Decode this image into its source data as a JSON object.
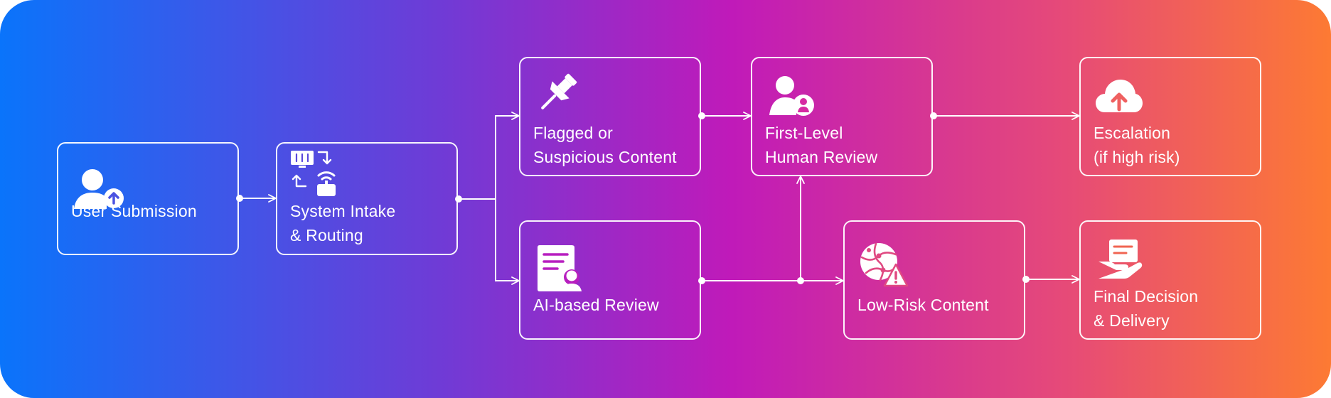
{
  "diagram": {
    "nodes": {
      "user_submission": {
        "label": "User Submission",
        "icon": "user-upload-icon"
      },
      "system_intake": {
        "label": "System Intake\n& Routing",
        "icon": "routing-icon"
      },
      "flagged": {
        "label": "Flagged or\nSuspicious Content",
        "icon": "pushpin-icon"
      },
      "ai_review": {
        "label": "AI-based Review",
        "icon": "document-reviewer-icon"
      },
      "first_level": {
        "label": "First-Level\nHuman Review",
        "icon": "user-badge-icon"
      },
      "low_risk": {
        "label": "Low-Risk Content",
        "icon": "globe-warning-icon"
      },
      "escalation": {
        "label": "Escalation\n(if high risk)",
        "icon": "cloud-upload-icon"
      },
      "final_decision": {
        "label": "Final Decision\n& Delivery",
        "icon": "hand-document-icon"
      }
    },
    "edges": [
      {
        "from": "User Submission",
        "to": "System Intake & Routing"
      },
      {
        "from": "System Intake & Routing",
        "to": "Flagged or Suspicious Content"
      },
      {
        "from": "System Intake & Routing",
        "to": "AI-based Review"
      },
      {
        "from": "Flagged or Suspicious Content",
        "to": "First-Level Human Review"
      },
      {
        "from": "AI-based Review",
        "to": "Low-Risk Content"
      },
      {
        "from": "AI-based Review",
        "to": "First-Level Human Review"
      },
      {
        "from": "First-Level Human Review",
        "to": "Escalation (if high risk)"
      },
      {
        "from": "Low-Risk Content",
        "to": "Final Decision & Delivery"
      }
    ],
    "colors": {
      "gradient_start": "#0a74fb",
      "gradient_mid": "#c01ab9",
      "gradient_end": "#fd7a33",
      "line": "#ffffff"
    }
  }
}
